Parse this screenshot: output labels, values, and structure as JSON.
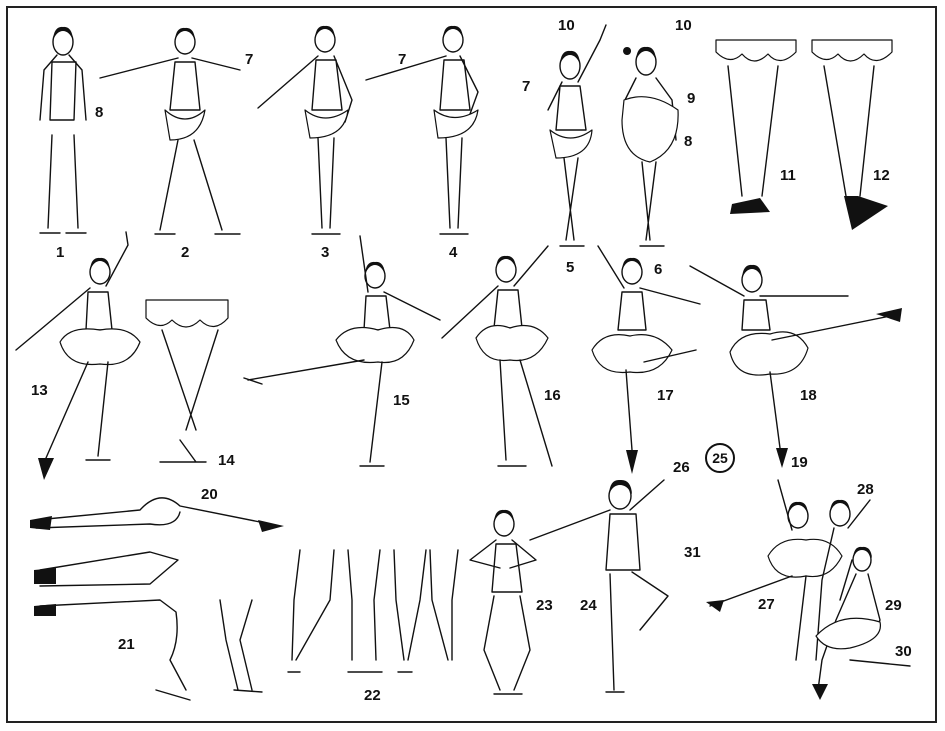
{
  "plate": {
    "figure_labels": [
      {
        "id": "1",
        "text": "1"
      },
      {
        "id": "2",
        "text": "2"
      },
      {
        "id": "3",
        "text": "3"
      },
      {
        "id": "4",
        "text": "4"
      },
      {
        "id": "5",
        "text": "5"
      },
      {
        "id": "6",
        "text": "6"
      },
      {
        "id": "7a",
        "text": "7"
      },
      {
        "id": "7b",
        "text": "7"
      },
      {
        "id": "7c",
        "text": "7"
      },
      {
        "id": "8a",
        "text": "8"
      },
      {
        "id": "8b",
        "text": "8"
      },
      {
        "id": "9",
        "text": "9"
      },
      {
        "id": "10a",
        "text": "10"
      },
      {
        "id": "10b",
        "text": "10"
      },
      {
        "id": "11",
        "text": "11"
      },
      {
        "id": "12",
        "text": "12"
      },
      {
        "id": "13",
        "text": "13"
      },
      {
        "id": "14",
        "text": "14"
      },
      {
        "id": "15",
        "text": "15"
      },
      {
        "id": "16",
        "text": "16"
      },
      {
        "id": "17",
        "text": "17"
      },
      {
        "id": "18",
        "text": "18"
      },
      {
        "id": "19",
        "text": "19"
      },
      {
        "id": "20",
        "text": "20"
      },
      {
        "id": "21",
        "text": "21"
      },
      {
        "id": "22",
        "text": "22"
      },
      {
        "id": "23",
        "text": "23"
      },
      {
        "id": "24",
        "text": "24"
      },
      {
        "id": "26",
        "text": "26"
      },
      {
        "id": "27",
        "text": "27"
      },
      {
        "id": "28",
        "text": "28"
      },
      {
        "id": "29",
        "text": "29"
      },
      {
        "id": "30",
        "text": "30"
      },
      {
        "id": "31",
        "text": "31"
      }
    ],
    "circled_label": "25"
  }
}
